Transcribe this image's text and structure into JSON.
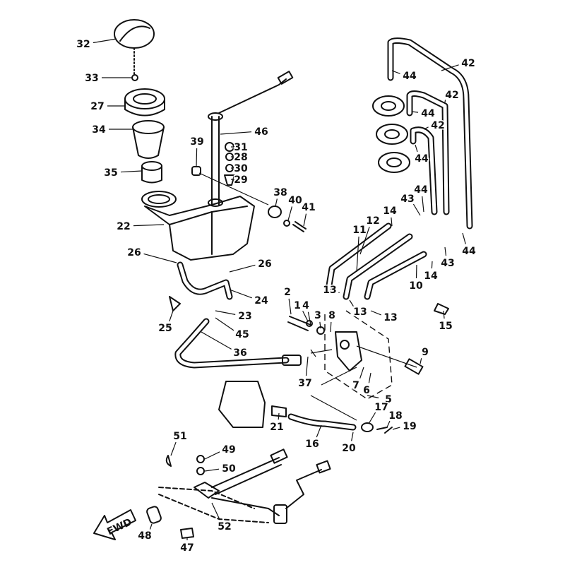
{
  "diagram": {
    "type": "exploded parts diagram",
    "direction_badge": "FWD",
    "callouts": [
      "32",
      "33",
      "27",
      "34",
      "35",
      "22",
      "26",
      "26",
      "24",
      "23",
      "25",
      "45",
      "36",
      "39",
      "46",
      "31",
      "28",
      "30",
      "29",
      "38",
      "40",
      "41",
      "42",
      "44",
      "42",
      "44",
      "42",
      "44",
      "44",
      "43",
      "14",
      "12",
      "11",
      "44",
      "43",
      "14",
      "10",
      "13",
      "13",
      "13",
      "2",
      "1",
      "4",
      "3",
      "8",
      "15",
      "9",
      "37",
      "7",
      "6",
      "5",
      "17",
      "18",
      "19",
      "21",
      "16",
      "20",
      "51",
      "49",
      "50",
      "48",
      "47",
      "52"
    ]
  }
}
